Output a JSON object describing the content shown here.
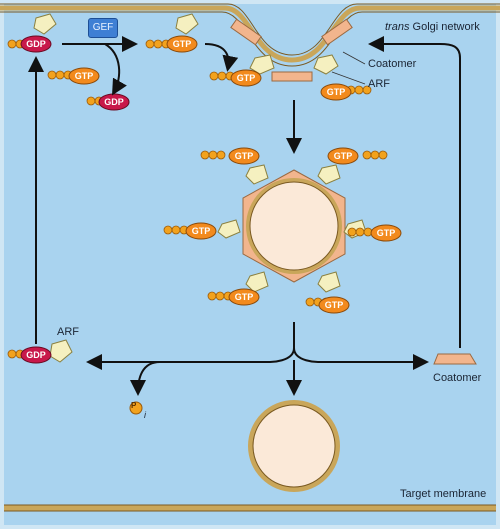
{
  "labels": {
    "golgi_italic": "trans",
    "golgi_rest": "Golgi network",
    "coatomer_top": "Coatomer",
    "arf_top": "ARF",
    "arf_left": "ARF",
    "coatomer_right": "Coatomer",
    "target_membrane": "Target membrane",
    "gef": "GEF",
    "pi_p": "P",
    "pi_i": "i"
  },
  "badges": {
    "gdp": "GDP",
    "gtp": "GTP"
  },
  "colors": {
    "background": "#a9d3ef",
    "membrane": "#c9a65a",
    "vesicle_lumen": "#fbe9d8",
    "coatomer": "#f2b58d",
    "gtp": "#f28a1d",
    "gdp": "#c8184a",
    "gef": "#3e7fd4",
    "arrow": "#111111"
  }
}
